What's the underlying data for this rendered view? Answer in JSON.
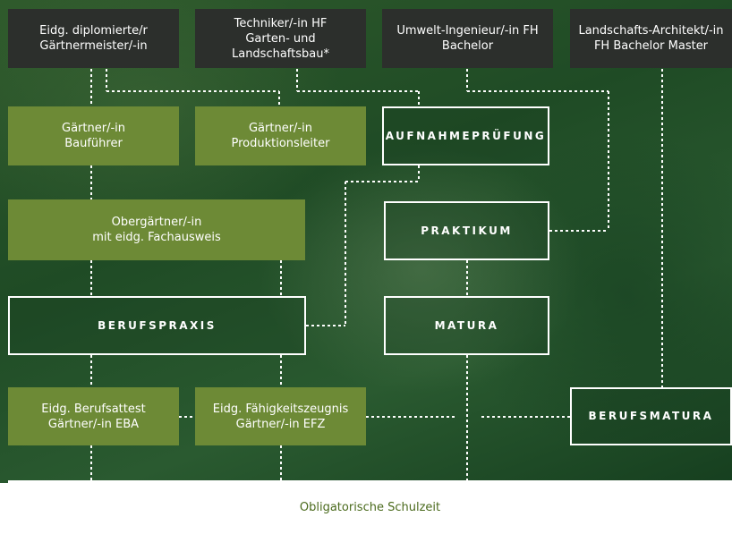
{
  "diagram": {
    "top_row": [
      "Eidg. diplomierte/r\nGärtnermeister/-in",
      "Techniker/-in HF\nGarten- und\nLandschaftsbau*",
      "Umwelt-Ingenieur/-in FH\nBachelor",
      "Landschafts-Architekt/-in\nFH Bachelor Master"
    ],
    "green_boxes": {
      "bauf": "Gärtner/-in\nBauführer",
      "prod": "Gärtner/-in\nProduktionsleiter",
      "ober": "Obergärtner/-in\nmit eidg. Fachausweis",
      "eba": "Eidg. Berufsattest\nGärtner/-in EBA",
      "efz": "Eidg. Fähigkeitszeugnis\nGärtner/-in EFZ"
    },
    "outline_boxes": {
      "aufnahme": "AUFNAHMEPRÜFUNG",
      "praktikum": "PRAKTIKUM",
      "berufspraxis": "BERUFSPRAXIS",
      "matura": "MATURA",
      "berufsmatura": "BERUFSMATURA"
    },
    "footer": "Obligatorische Schulzeit"
  },
  "colors": {
    "dark_box": "#2c2f2c",
    "green_box": "#6d8a36",
    "footer_text": "#4a6a1c",
    "connector": "#ffffff"
  }
}
